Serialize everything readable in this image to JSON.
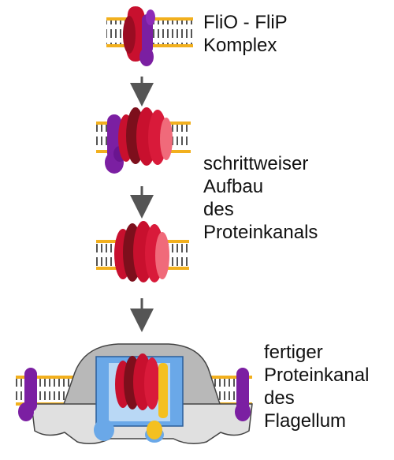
{
  "labels": {
    "step1": [
      "FliO - FliP",
      "Komplex"
    ],
    "step2": [
      "schrittweiser",
      "Aufbau",
      "des",
      "Proteinkanals"
    ],
    "step3": [
      "fertiger",
      "Proteinkanal",
      "des",
      "Flagellum"
    ]
  },
  "colors": {
    "membrane_edge": "#f2b01e",
    "membrane_core": "#555555",
    "flip_red": "#c8102e",
    "flip_dark": "#7d0f1c",
    "flip_light": "#f06a7a",
    "flio_purple": "#7b1fa2",
    "basal_gray": "#b8b8b8",
    "ring_blue": "#6aa8e8",
    "inner_blue": "#b9d8f5",
    "yellow_protein": "#f4c020",
    "arrow": "#555555"
  }
}
